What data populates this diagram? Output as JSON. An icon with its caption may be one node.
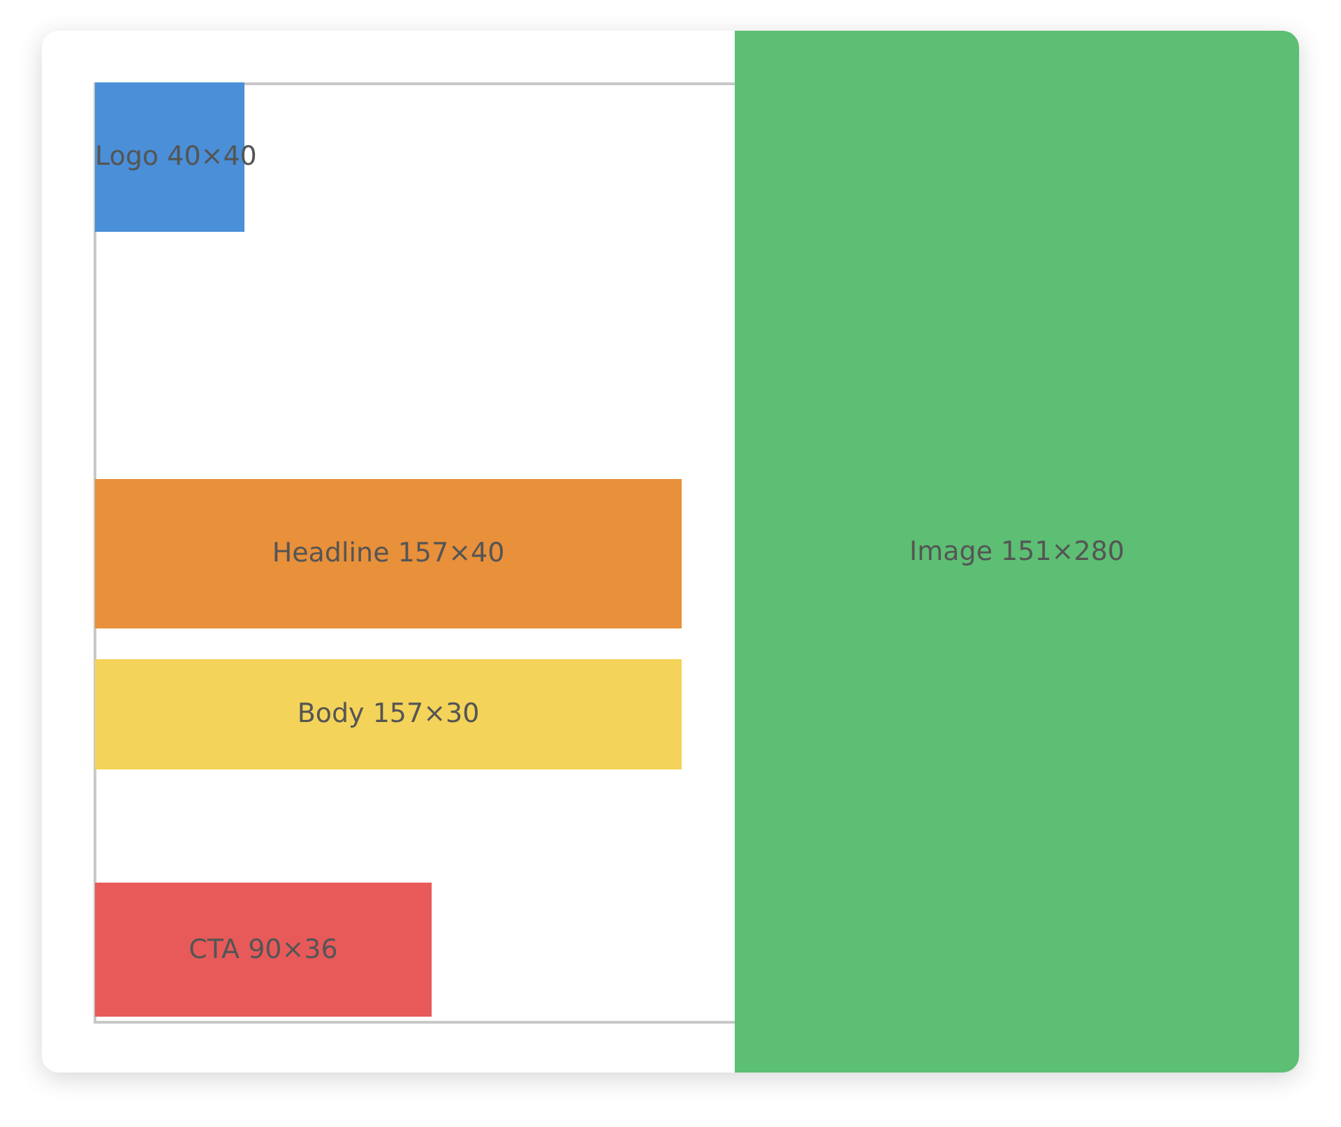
{
  "diagram": {
    "nodes": [
      {
        "text": [
          "Logo 40×40"
        ]
      },
      {
        "text": [
          "Image 151×280"
        ]
      },
      {
        "text": [
          "Headline 157×40"
        ]
      },
      {
        "text": [
          "Body 157×30"
        ]
      },
      {
        "text": [
          "CTA 90×36"
        ]
      }
    ]
  }
}
